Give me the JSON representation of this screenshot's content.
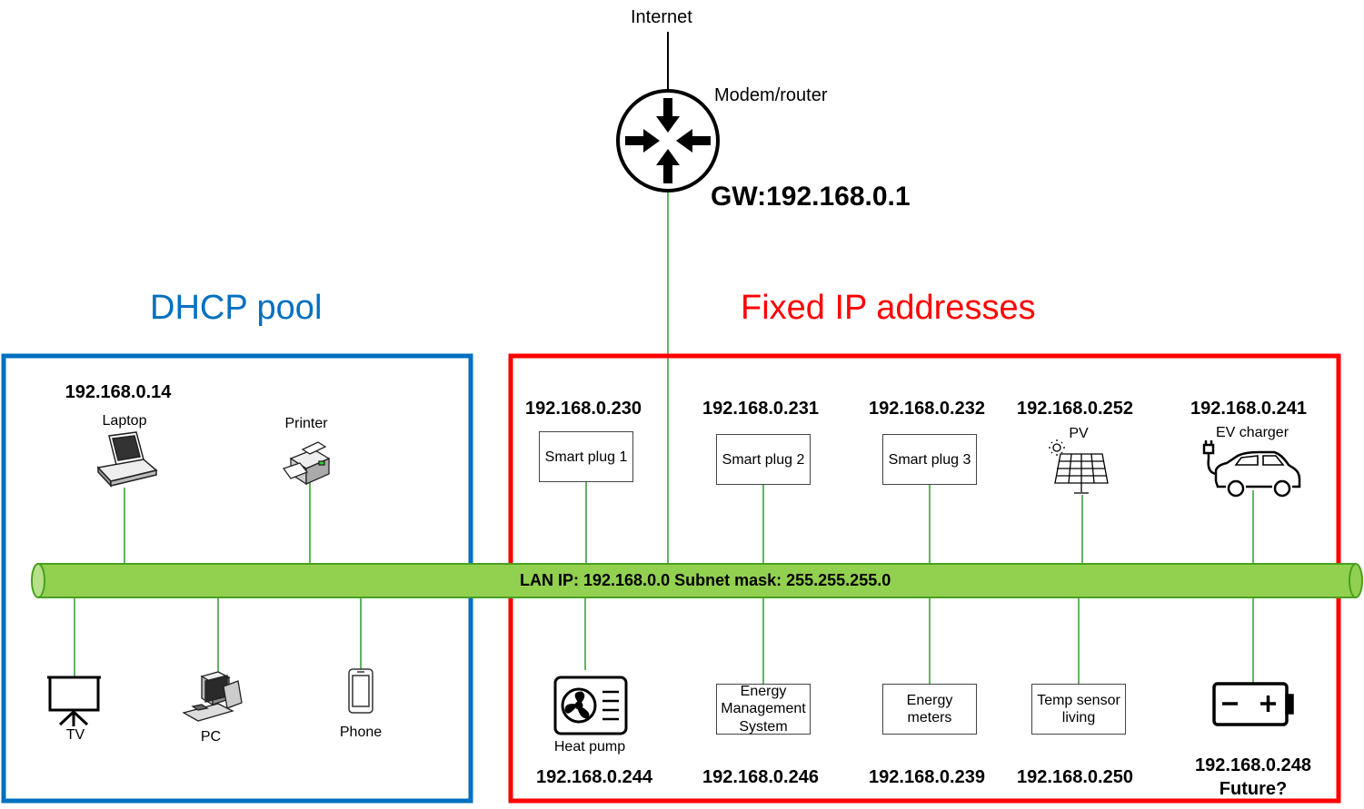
{
  "top": {
    "internet_label": "Internet",
    "router_label": "Modem/router",
    "gateway": "GW:192.168.0.1"
  },
  "sections": {
    "dhcp_title": "DHCP pool",
    "fixed_title": "Fixed IP addresses"
  },
  "lan": {
    "label": "LAN IP: 192.168.0.0  Subnet mask: 255.255.255.0"
  },
  "dhcp_devices": {
    "laptop": {
      "label": "Laptop",
      "ip": "192.168.0.14",
      "icon": "laptop-icon"
    },
    "printer": {
      "label": "Printer",
      "icon": "printer-icon"
    },
    "tv": {
      "label": "TV",
      "icon": "tv-icon"
    },
    "pc": {
      "label": "PC",
      "icon": "pc-icon"
    },
    "phone": {
      "label": "Phone",
      "icon": "phone-icon"
    }
  },
  "fixed_top": [
    {
      "ip": "192.168.0.230",
      "label": "Smart plug 1"
    },
    {
      "ip": "192.168.0.231",
      "label": "Smart plug 2"
    },
    {
      "ip": "192.168.0.232",
      "label": "Smart plug 3"
    },
    {
      "ip": "192.168.0.252",
      "label": "PV",
      "icon": "solar-panel-icon"
    },
    {
      "ip": "192.168.0.241",
      "label": "EV charger",
      "icon": "ev-car-icon"
    }
  ],
  "fixed_bottom": [
    {
      "ip": "192.168.0.244",
      "label": "Heat pump",
      "icon": "heat-pump-icon"
    },
    {
      "ip": "192.168.0.246",
      "label": "Energy\nManagement\nSystem"
    },
    {
      "ip": "192.168.0.239",
      "label": "Energy\nmeters"
    },
    {
      "ip": "192.168.0.250",
      "label": "Temp sensor\nliving"
    },
    {
      "ip": "192.168.0.248",
      "note": "Future?",
      "icon": "battery-icon"
    }
  ],
  "colors": {
    "dhcp": "#0070c0",
    "fixed": "#ff0000",
    "bus_fill": "#92d050",
    "bus_stroke": "#4aa020",
    "link": "#2e9a2e"
  }
}
